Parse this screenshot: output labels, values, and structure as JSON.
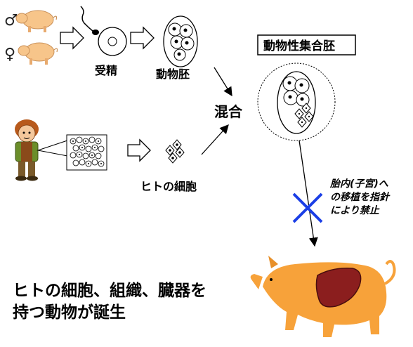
{
  "labels": {
    "male_symbol": "♂",
    "female_symbol": "♀",
    "fertilization": "受精",
    "animal_embryo": "動物胚",
    "mix": "混合",
    "human_cells": "ヒトの細胞",
    "chimeric_embryo": "動物性集合胚",
    "prohibition_line1": "胎内(子宮)へ",
    "prohibition_line2": "の移植を指針",
    "prohibition_line3": "により禁止",
    "result_line1": "ヒトの細胞、組織、臓器を",
    "result_line2": "持つ動物が誕生"
  },
  "colors": {
    "pig_body": "#f7a23a",
    "pig_organ": "#8b1e1e",
    "piglet": "#f7c58a",
    "cross": "#1a3ee6",
    "symbol": "#cc0000"
  },
  "icons": [
    "male-symbol-icon",
    "female-symbol-icon",
    "piglet-icon",
    "sperm-icon",
    "egg-icon",
    "embryo-icon",
    "human-figure-icon",
    "cell-sheet-icon",
    "human-cells-icon",
    "chimeric-embryo-icon",
    "prohibition-cross-icon",
    "pig-icon"
  ]
}
